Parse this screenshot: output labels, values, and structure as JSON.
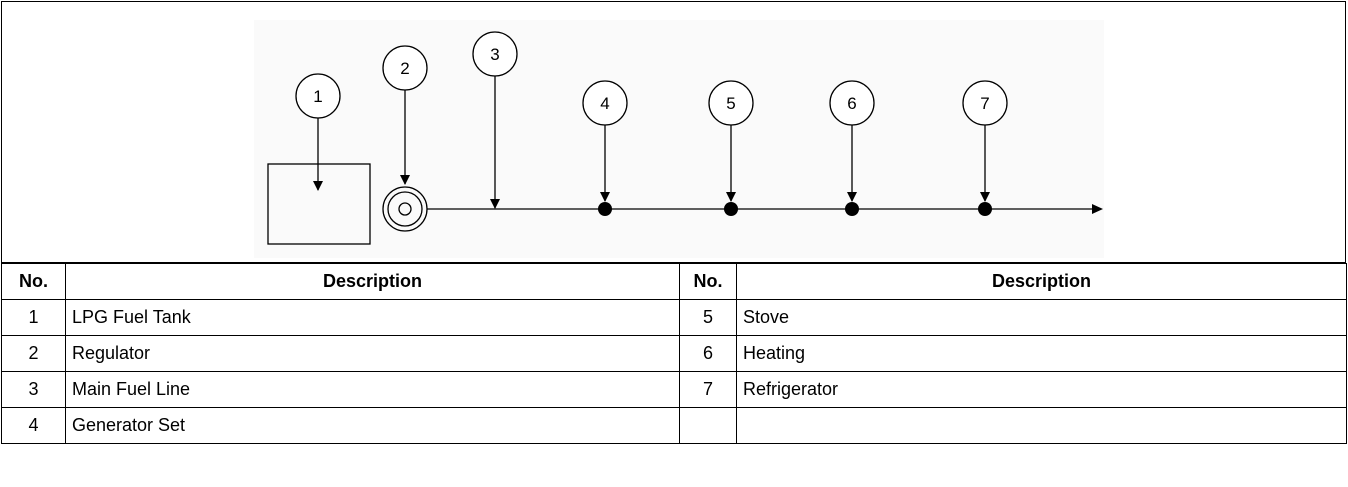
{
  "callouts": [
    "1",
    "2",
    "3",
    "4",
    "5",
    "6",
    "7"
  ],
  "table": {
    "headers": {
      "no_left": "No.",
      "desc_left": "Description",
      "no_right": "No.",
      "desc_right": "Description"
    },
    "rows": [
      {
        "left_no": "1",
        "left_desc": "LPG Fuel Tank",
        "right_no": "5",
        "right_desc": "Stove"
      },
      {
        "left_no": "2",
        "left_desc": "Regulator",
        "right_no": "6",
        "right_desc": "Heating"
      },
      {
        "left_no": "3",
        "left_desc": "Main Fuel Line",
        "right_no": "7",
        "right_desc": "Refrigerator"
      },
      {
        "left_no": "4",
        "left_desc": "Generator Set",
        "right_no": "",
        "right_desc": ""
      }
    ]
  }
}
